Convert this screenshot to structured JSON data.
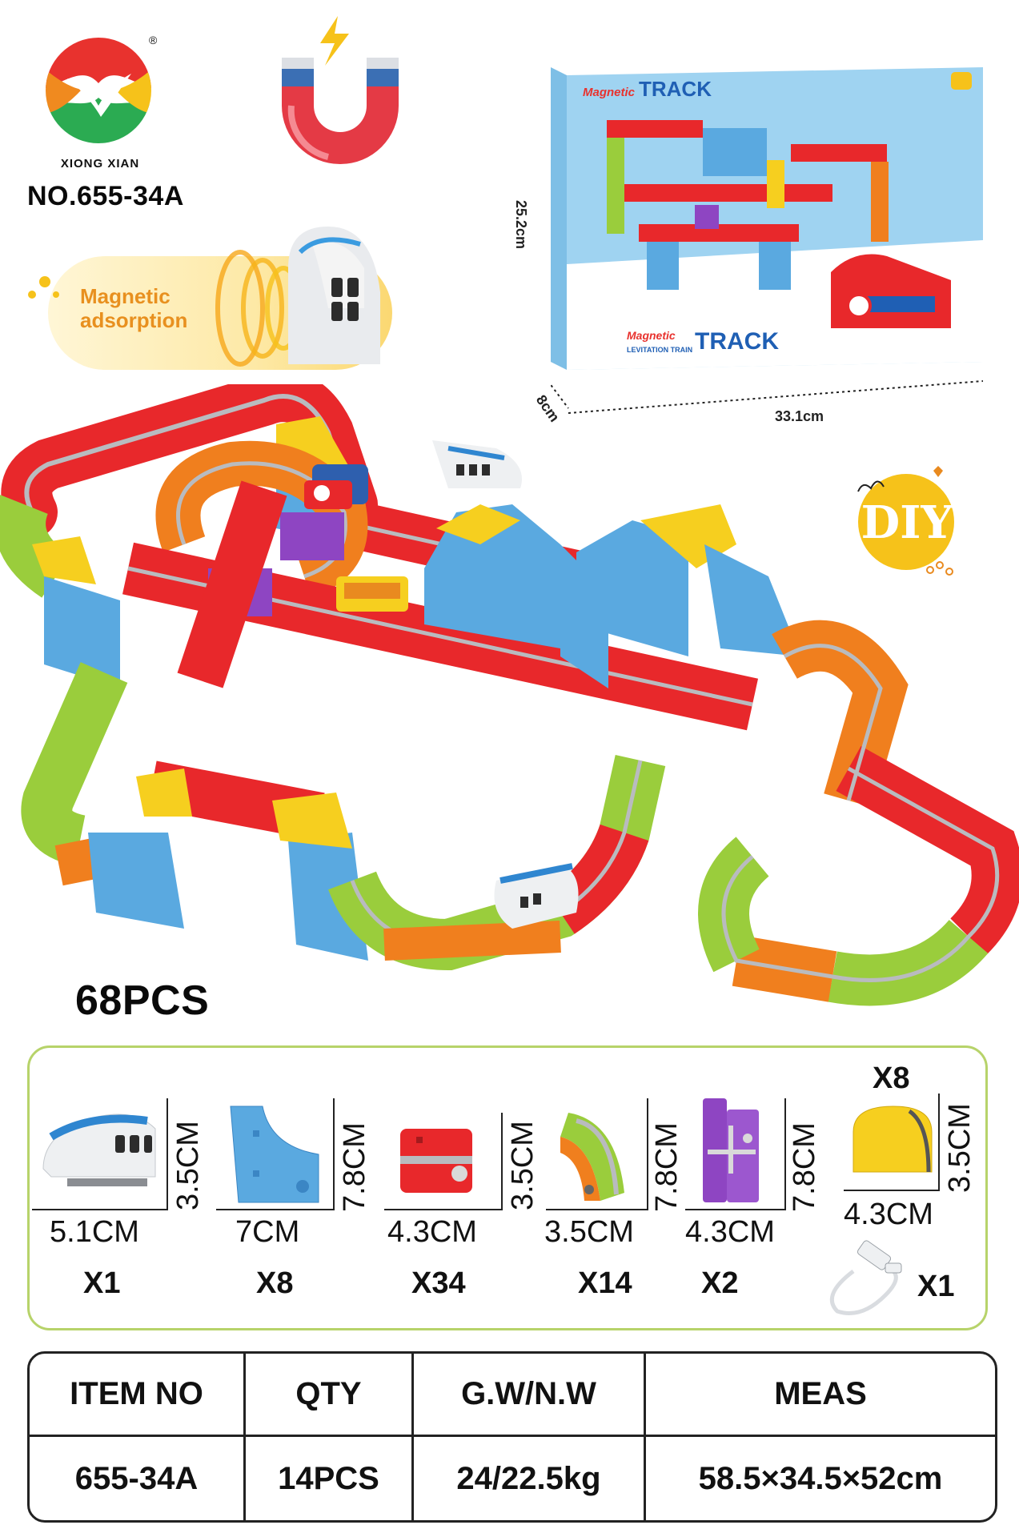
{
  "brand": {
    "name": "XIONG XIAN",
    "registered_mark": "®",
    "model_no": "NO.655-34A",
    "logo_icon": "bird-logo-icon"
  },
  "callout": {
    "text_line1": "Magnetic",
    "text_line2": "adsorption",
    "icon": "magnet-icon"
  },
  "box": {
    "title_small": "Magnetic",
    "title_big": "TRACK",
    "subtitle": "LEVITATION TRAIN",
    "height_label": "25.2cm",
    "depth_label": "8cm",
    "width_label": "33.1cm"
  },
  "badge": {
    "text": "DIY"
  },
  "total_pieces": "68PCS",
  "parts": [
    {
      "name": "train",
      "dim_w": "5.1CM",
      "dim_h": "3.5CM",
      "qty": "X1"
    },
    {
      "name": "ramp-piece",
      "dim_w": "7CM",
      "dim_h": "7.8CM",
      "qty": "X8"
    },
    {
      "name": "straight-track",
      "dim_w": "4.3CM",
      "dim_h": "3.5CM",
      "qty": "X34"
    },
    {
      "name": "curve-track",
      "dim_w": "3.5CM",
      "dim_h": "7.8CM",
      "qty": "X14"
    },
    {
      "name": "cross-track",
      "dim_w": "4.3CM",
      "dim_h": "7.8CM",
      "qty": "X2"
    },
    {
      "name": "arch-cap",
      "dim_w": "4.3CM",
      "dim_h": "3.5CM",
      "qty": "X8"
    },
    {
      "name": "usb-cable",
      "qty": "X1"
    }
  ],
  "spec_table": {
    "headers": [
      "ITEM NO",
      "QTY",
      "G.W/N.W",
      "MEAS"
    ],
    "row": [
      "655-34A",
      "14PCS",
      "24/22.5kg",
      "58.5×34.5×52cm"
    ]
  },
  "colors": {
    "track_red": "#e8282b",
    "track_blue": "#5aa9e0",
    "track_yellow": "#f6cf1f",
    "track_green": "#9acd3c",
    "track_orange": "#f07f1e",
    "track_purple": "#8e45c2",
    "panel_border": "#b7d36a",
    "callout_text": "#e8901f"
  }
}
